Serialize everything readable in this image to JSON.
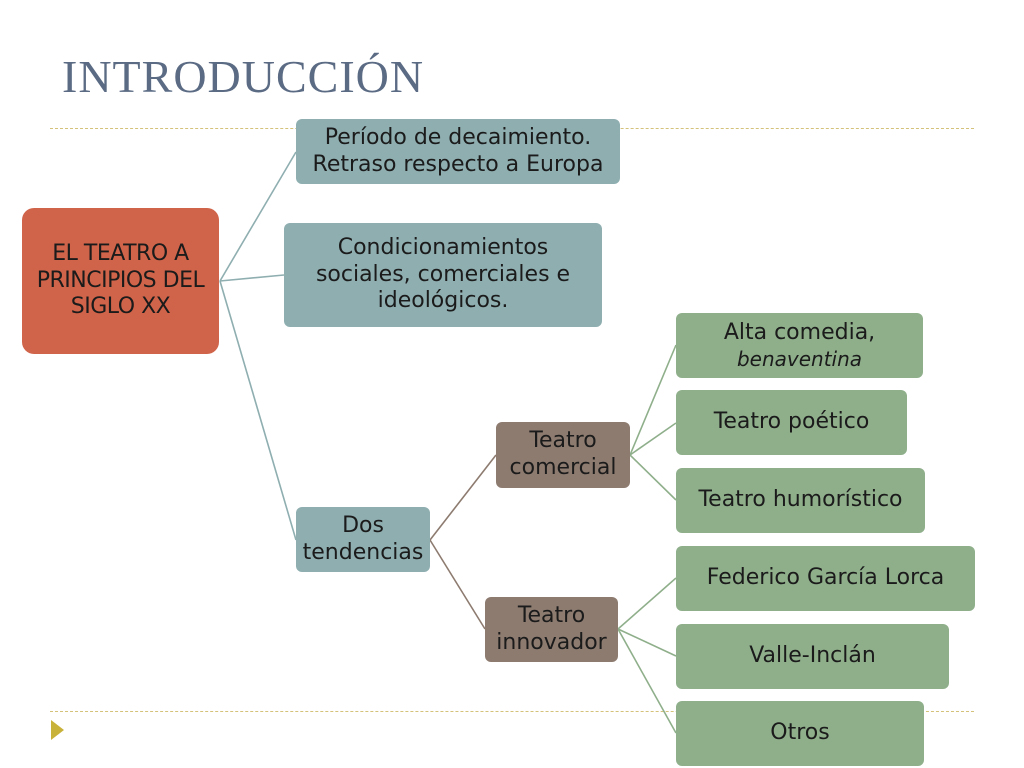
{
  "title": "INTRODUCCIÓN",
  "nodes": {
    "root": "EL TEATRO A PRINCIPIOS DEL SIGLO XX",
    "decaimiento": "Período de decaimiento. Retraso respecto a Europa",
    "condicionamientos": "Condicionamientos sociales, comerciales e ideológicos.",
    "tendencias": "Dos tendencias",
    "comercial": "Teatro comercial",
    "innovador": "Teatro innovador",
    "alta_comedia": {
      "main": "Alta comedia,",
      "italic": "benaventina"
    },
    "poetico": "Teatro poético",
    "humoristico": "Teatro humorístico",
    "lorca": "Federico García Lorca",
    "valle": "Valle-Inclán",
    "otros": "Otros"
  },
  "colors": {
    "title": "#5b6b84",
    "root": "#d0644a",
    "level1": "#8faeb0",
    "level2": "#8d7b70",
    "level3": "#8faf8b",
    "rule": "#d4c27a",
    "bullet": "#c9b23a"
  }
}
